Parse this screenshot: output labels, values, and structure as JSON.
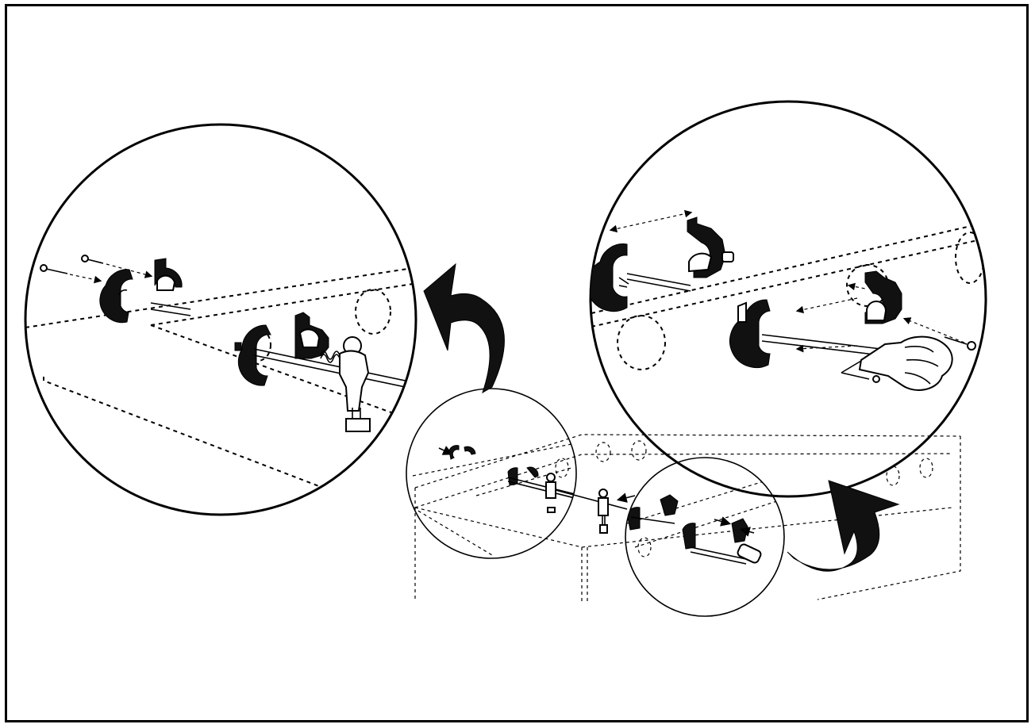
{
  "figure": {
    "kind": "assembly illustration",
    "text": "",
    "colors": {
      "ink": "#000000",
      "paper": "#ffffff"
    },
    "icons": [
      "table-outline",
      "detail-circle-left",
      "detail-circle-right",
      "rod",
      "player-figure",
      "bumper",
      "bearing-bracket",
      "screw",
      "screwdriver",
      "curved-arrow"
    ]
  }
}
